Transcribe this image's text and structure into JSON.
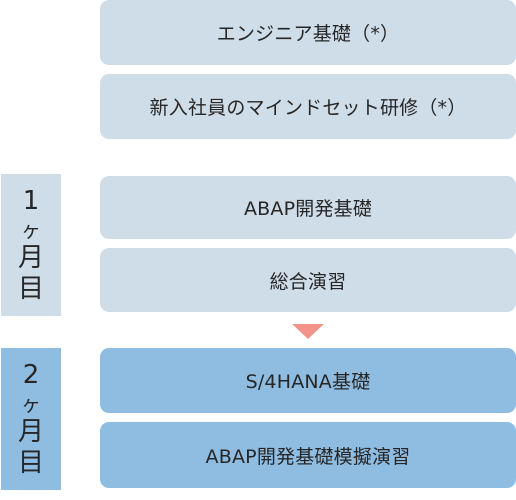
{
  "boxes": {
    "engineer_basics": "エンジニア基礎（*）",
    "mindset_training": "新入社員のマインドセット研修（*）",
    "abap_dev_basics": "ABAP開発基礎",
    "comprehensive_exercise": "総合演習",
    "s4hana_basics": "S/4HANA基礎",
    "abap_mock_exercise": "ABAP開発基礎模擬演習"
  },
  "periods": [
    {
      "number": "1",
      "counter": "ヶ",
      "month": "月",
      "eye": "目"
    },
    {
      "number": "2",
      "counter": "ヶ",
      "month": "月",
      "eye": "目"
    }
  ],
  "colors": {
    "light_box": "#cfdde9",
    "dark_box": "#8fbde2",
    "arrow": "#f2948a"
  }
}
